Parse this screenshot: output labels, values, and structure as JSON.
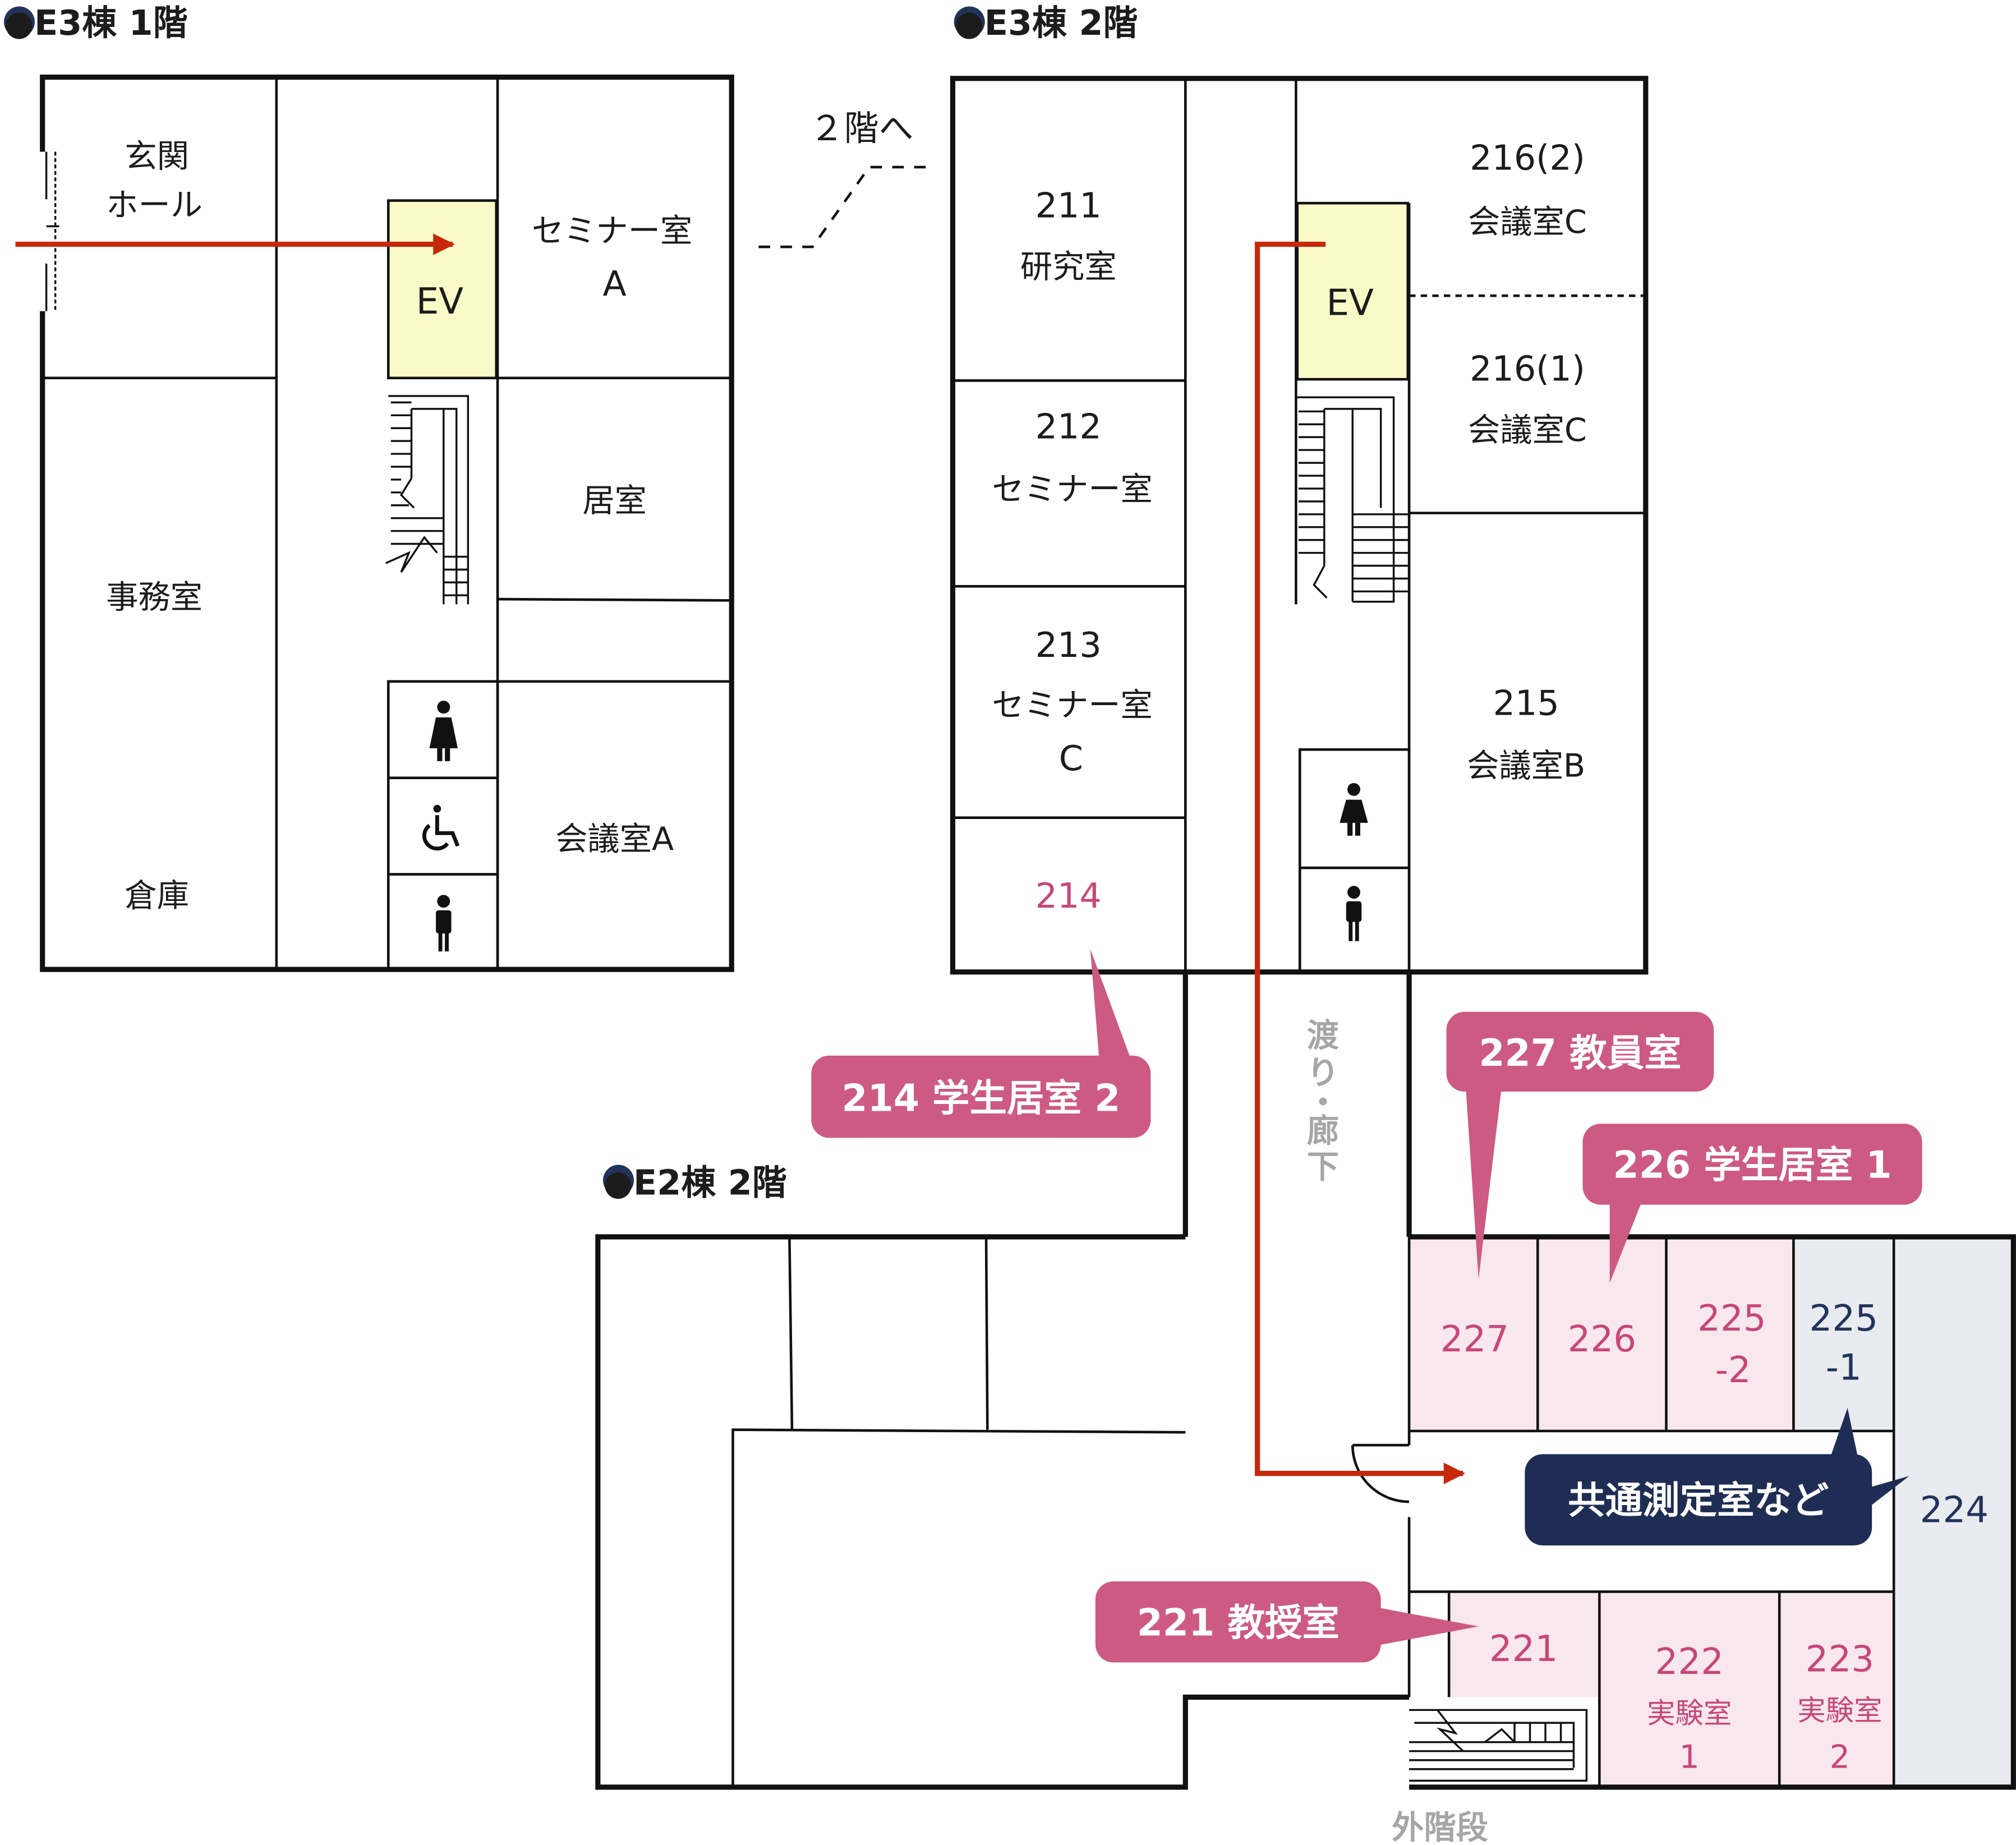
{
  "colors": {
    "wall": "#111111",
    "route": "#c8280a",
    "elevator_fill": "#fafac8",
    "callout_pink": "#cd5a82",
    "callout_navy": "#1f2d54",
    "lab_fill": "#f8e8ee",
    "shared_fill": "#e8ebf0",
    "grey_text": "#a6a6a6",
    "pink_text": "#c84678",
    "navy_text": "#22335a"
  },
  "floors": {
    "e3_1f": {
      "title": "●E3棟 1階",
      "rooms": {
        "entrance_l1": "玄関",
        "entrance_l2": "ホール",
        "ev": "EV",
        "seminar_l1": "セミナー室",
        "seminar_l2": "A",
        "living": "居室",
        "office": "事務室",
        "storage": "倉庫",
        "conf": "会議室A"
      }
    },
    "to_2f": "２階へ",
    "e3_2f": {
      "title": "●E3棟 2階",
      "rooms": {
        "r211_num": "211",
        "r211_name": "研究室",
        "r212_num": "212",
        "r212_name": "セミナー室",
        "r213_num": "213",
        "r213_name": "セミナー室",
        "r213_sub": "C",
        "r214": "214",
        "ev": "EV",
        "r216_2_num": "216(2)",
        "r216_2_name": "会議室C",
        "r216_1_num": "216(1)",
        "r216_1_name": "会議室C",
        "r215_num": "215",
        "r215_name": "会議室B"
      }
    },
    "corridor": [
      "渡",
      "り",
      "・",
      "廊",
      "下"
    ],
    "e2_2f": {
      "title": "●E2棟 2階",
      "rooms": {
        "r227": "227",
        "r226": "226",
        "r225_2_num": "225",
        "r225_2_sub": "-2",
        "r225_1_num": "225",
        "r225_1_sub": "-1",
        "r224": "224",
        "r221": "221",
        "r222_num": "222",
        "r222_name": "実験室",
        "r222_sub": "1",
        "r223_num": "223",
        "r223_name": "実験室",
        "r223_sub": "2"
      },
      "outer_stairs": "外階段"
    }
  },
  "callouts": {
    "c214": "214 学生居室 2",
    "c227": "227 教員室",
    "c226": "226 学生居室 1",
    "c225": "共通測定室など",
    "c221": "221 教授室"
  },
  "icons": {
    "female": "female-toilet-icon",
    "accessible": "accessible-toilet-icon",
    "male": "male-toilet-icon",
    "route": "route-arrow-icon",
    "stairs": "staircase-icon"
  }
}
